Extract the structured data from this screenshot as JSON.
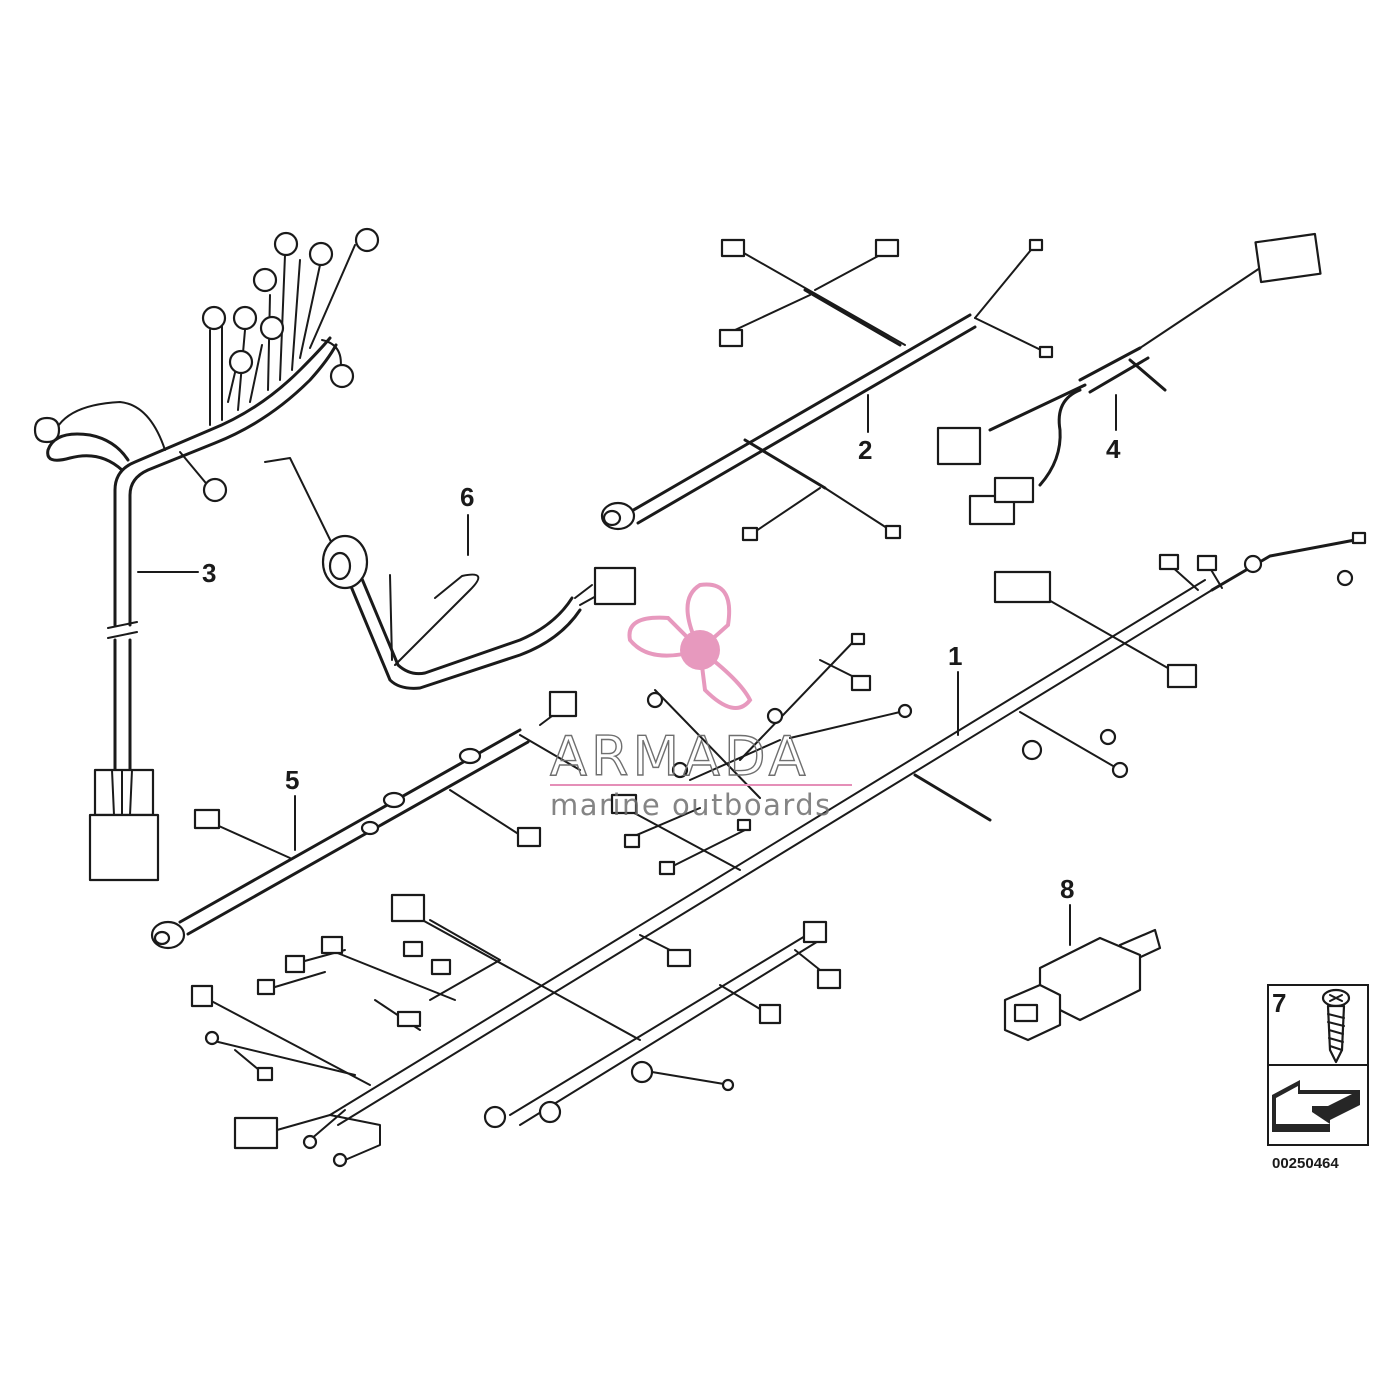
{
  "diagram": {
    "part_labels": [
      "1",
      "2",
      "3",
      "4",
      "5",
      "6",
      "7",
      "8"
    ],
    "reference_number": "00250464"
  },
  "watermark": {
    "brand": "ARMADA",
    "tagline": "marine outboards",
    "logo_color": "#e58fb8",
    "text_color": "#6f6f6f"
  }
}
